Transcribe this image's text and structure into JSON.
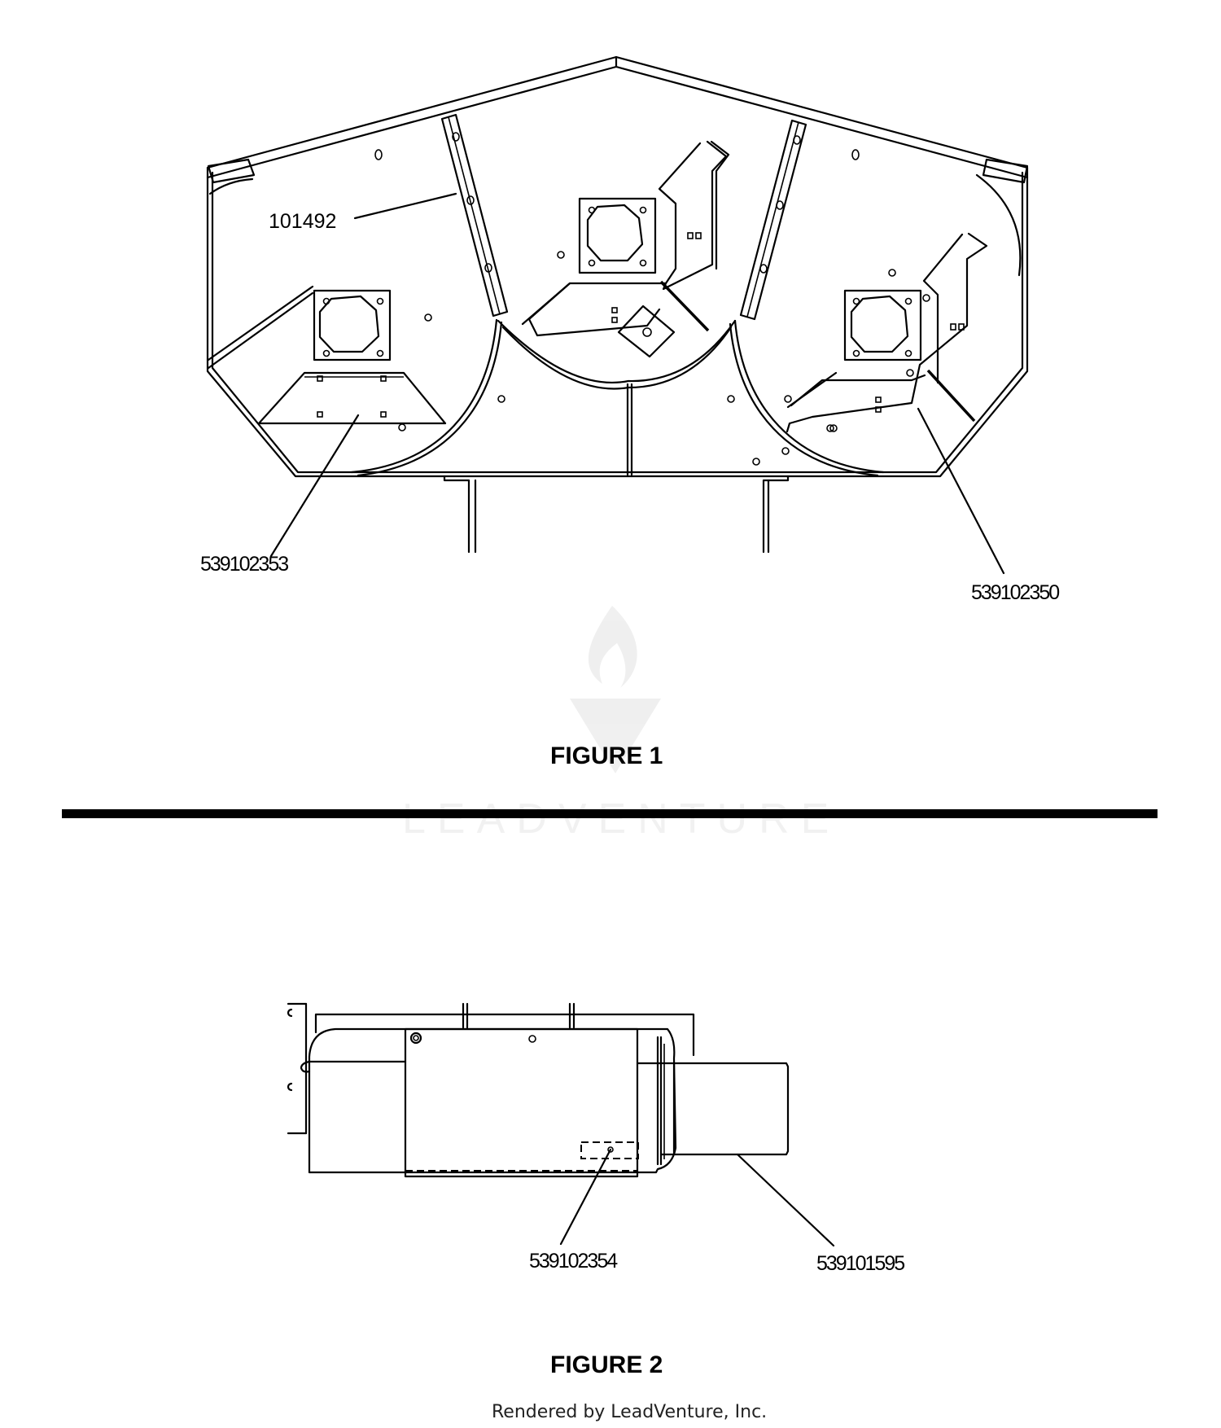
{
  "figure1": {
    "title": "FIGURE 1",
    "parts": [
      {
        "id": "baffle",
        "number": "101492"
      },
      {
        "id": "baffle-left",
        "number": "539102353"
      },
      {
        "id": "baffle-right",
        "number": "539102350"
      }
    ]
  },
  "figure2": {
    "title": "FIGURE 2",
    "parts": [
      {
        "id": "chute-plate",
        "number": "539102354"
      },
      {
        "id": "deflector",
        "number": "539101595"
      }
    ]
  },
  "watermark": {
    "brand": "LEADVENTURE"
  },
  "footer": {
    "text": "Rendered by LeadVenture, Inc."
  }
}
